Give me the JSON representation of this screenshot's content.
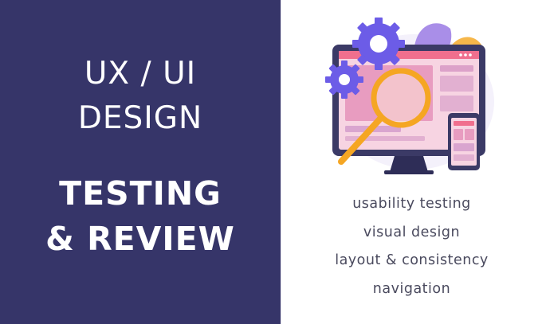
{
  "colors": {
    "left_panel_bg": "#363569",
    "title_text": "#ffffff",
    "feature_text": "#4a4a5e",
    "gear": "#6c5ce7",
    "magnifier": "#f5a623",
    "screen": "#f3b5c9",
    "monitor": "#3b3a66"
  },
  "title": {
    "line1": "UX / UI",
    "line2": "DESIGN",
    "line3": "TESTING",
    "line4": "& REVIEW"
  },
  "features": [
    "usability testing",
    "visual design",
    "layout & consistency",
    "navigation"
  ],
  "illustration": {
    "icons": [
      "gear-icon",
      "gear-icon",
      "magnifying-glass-icon",
      "monitor-icon",
      "smartphone-icon",
      "leaf-icon"
    ]
  }
}
